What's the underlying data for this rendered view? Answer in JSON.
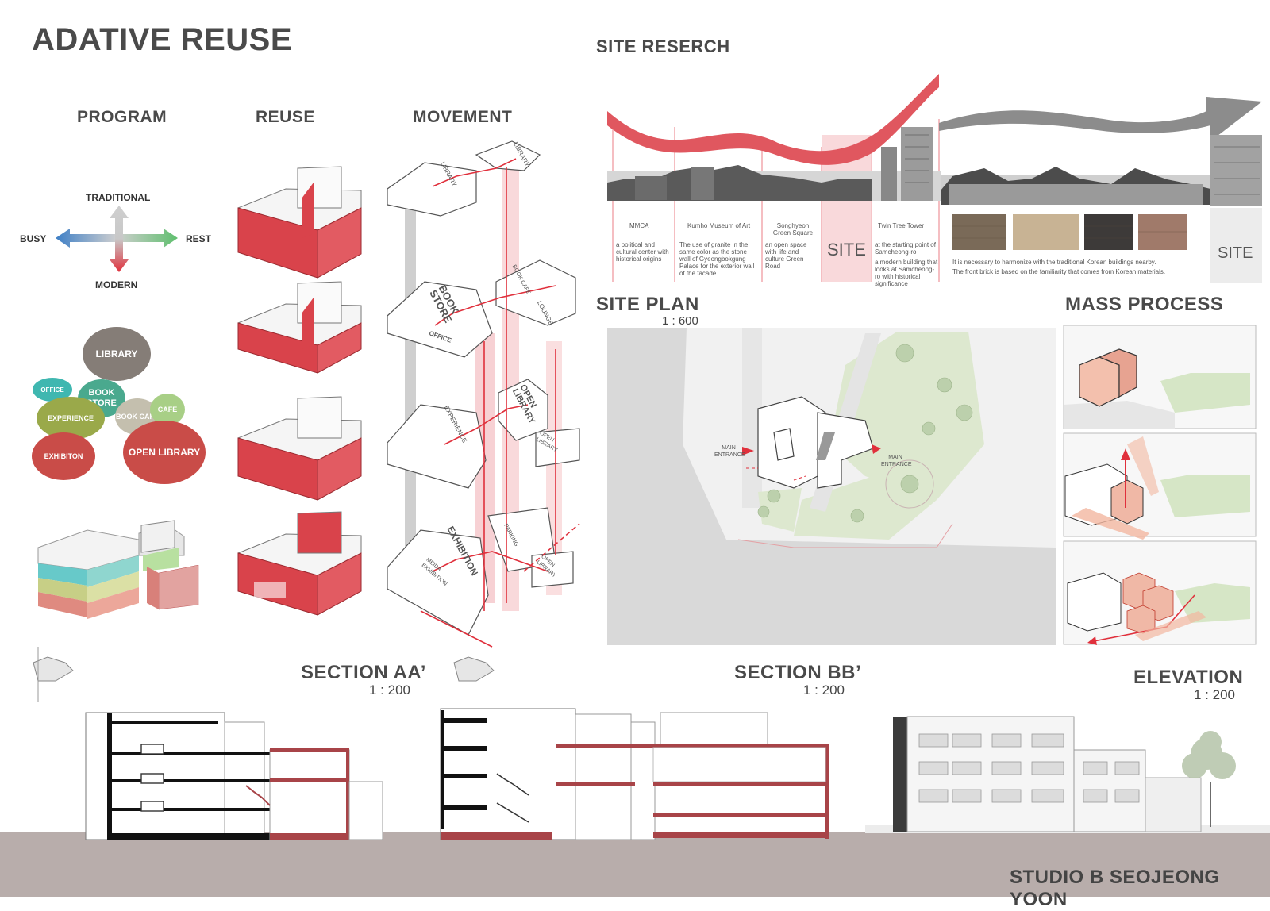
{
  "title": "ADATIVE REUSE",
  "program": {
    "heading": "PROGRAM",
    "axis": {
      "top": "TRADITIONAL",
      "bottom": "MODERN",
      "left": "BUSY",
      "right": "REST"
    },
    "bubbles": [
      {
        "label": "LIBRARY",
        "color": "#857d77"
      },
      {
        "label": "OFFICE",
        "color": "#3fb7b0"
      },
      {
        "label": "BOOK STORE",
        "color": "#4aa98e"
      },
      {
        "label": "EXPERIENCE",
        "color": "#9aa94a"
      },
      {
        "label": "BOOK CAFE",
        "color": "#c4bfae"
      },
      {
        "label": "CAFE",
        "color": "#a8cf86"
      },
      {
        "label": "EXHIBITON",
        "color": "#c94c48"
      },
      {
        "label": "OPEN LIBRARY",
        "color": "#c94c48"
      }
    ]
  },
  "reuse": {
    "heading": "REUSE"
  },
  "movement": {
    "heading": "MOVEMENT",
    "labels": [
      "LIBRARY",
      "LIBRARY",
      "BOOK STORE",
      "BOOK CAFE",
      "LOUNGE",
      "OFFICE",
      "OPEN LIBRARY",
      "EXPERIENCE",
      "OPEN LIBRARY",
      "EXHIBITION",
      "MEIDA EXHIBITION",
      "PARKING",
      "OPEN LIBRARY"
    ]
  },
  "site_research": {
    "heading": "SITE RESERCH",
    "items": [
      {
        "name": "MMCA",
        "desc": "a political and cultural center with historical origins"
      },
      {
        "name": "Kumho Museum of Art",
        "desc": "The use of granite in the same color as the stone wall of Gyeongbokgung Palace for the exterior wall of the facade"
      },
      {
        "name": "Songhyeon Green Square",
        "desc": "an open space with life and culture Green Road"
      },
      {
        "name": "",
        "desc": ""
      },
      {
        "name": "Twin Tree Tower",
        "desc": "at the starting point of Samcheong-ro"
      },
      {
        "name": "",
        "desc": "a modern building that looks at Samcheong-ro with historical significance"
      }
    ],
    "site_label": "SITE",
    "site_label_2": "SITE",
    "note_line1": "It is necessary to harmonize with the traditional Korean buildings nearby.",
    "note_line2": "The front brick is based on the familiarity that comes from Korean materials."
  },
  "site_plan": {
    "heading": "SITE PLAN",
    "scale": "1 : 600",
    "entrance_1": "MAIN ENTRANCE",
    "entrance_2": "MAIN ENTRANCE"
  },
  "mass_process": {
    "heading": "MASS PROCESS"
  },
  "section_aa": {
    "heading": "SECTION AA’",
    "scale": "1 : 200"
  },
  "section_bb": {
    "heading": "SECTION BB’",
    "scale": "1 : 200"
  },
  "elevation": {
    "heading": "ELEVATION",
    "scale": "1 : 200"
  },
  "credit": "STUDIO B SEOJEONG YOON",
  "colors": {
    "accent": "#d9424a",
    "ground": "#b8adab",
    "block_red": "#d9434b"
  }
}
